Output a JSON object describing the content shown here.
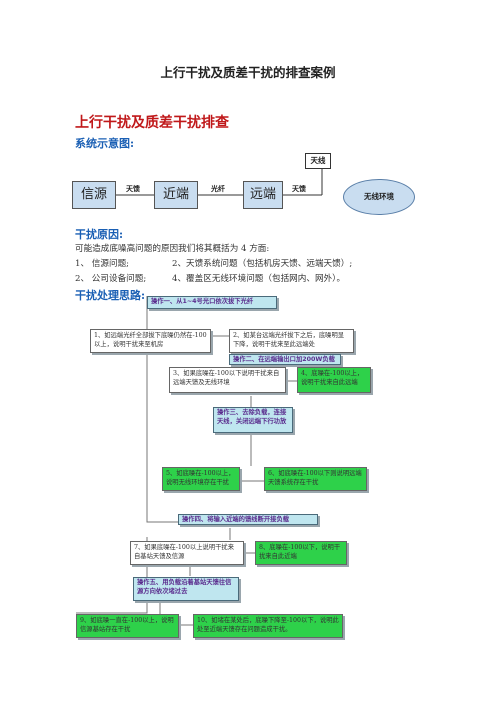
{
  "document_title": "上行干扰及质差干扰的排查案例",
  "section_title": "上行干扰及质差干扰排查",
  "system_diagram": {
    "heading": "系统示意图:",
    "boxes": [
      "信源",
      "近端",
      "远端"
    ],
    "link_labels": [
      "天馈",
      "光纤",
      "天馈"
    ],
    "antenna": "天线",
    "environment": "无线环境"
  },
  "cause": {
    "heading": "干扰原因:",
    "intro": "可能造成底噪高问题的原因我们将其概括为 4 方面:",
    "row1_left": "1、 信源问题;",
    "row1_right": "2、天馈系统问题（包括机房天馈、远端天馈）;",
    "row2_left": "2、 公司设备问题;",
    "row2_right": "4、覆盖区无线环境问题（包括网内、网外）。"
  },
  "process": {
    "heading": "干扰处理思路:",
    "op1": "操作一、从1~4号光口依次拔下光纤",
    "step1": "1、如远端光纤全部拔下底噪仍然在-100以上，说明干扰来至机房",
    "step2": "2、如某台远端光纤拔下之后，底噪明显下降，说明干扰来至此远端处",
    "op2": "操作二、在远端输出口加200W负载",
    "step3": "3、如果底噪在-100以下说明干扰来自远端天馈及无线环境",
    "step4": "4、底噪在-100以上，说明干扰来自此远端",
    "op3": "操作三、去除负载，连接天线，关闭远端下行功放",
    "step5": "5、如底噪在-100以上，说明无线环境存在干扰",
    "step6": "6、如底噪在-100以下则说明远端天馈系统存在干扰",
    "op4": "操作四、将输入近端的馈线断开接负载",
    "step7": "7、如果底噪在-100以上说明干扰来自基站天馈及信源",
    "step8": "8、底噪在-100以下，说明干扰来自此近端",
    "op5": "操作五、用负载沿着基站天馈往信源方向依次堵过去",
    "step9": "9、如底噪一直在-100以上，说明信源基站存在干扰",
    "step10": "10、如堵在某处后，底噪下降至-100以下，说明此处至近端天馈存在问题造成干扰。"
  }
}
